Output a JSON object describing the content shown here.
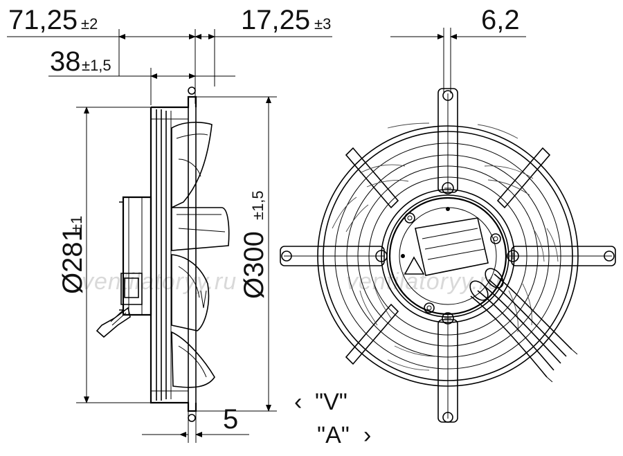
{
  "dimensions": {
    "d1": {
      "value": "71,25",
      "tol": "±2"
    },
    "d2": {
      "value": "17,25",
      "tol": "±3"
    },
    "d3": {
      "value": "38",
      "tol": "±1,5"
    },
    "d4": {
      "value": "6,2"
    },
    "d5": {
      "value": "Ø281",
      "tol": "±1"
    },
    "d6": {
      "value": "Ø300",
      "tol": "±1,5"
    },
    "d7": {
      "value": "5"
    }
  },
  "views": {
    "v": "\"V\"",
    "a": "\"A\"",
    "arrow_left": "‹",
    "arrow_right": "›"
  },
  "watermark": {
    "left": "ventilatoryy.ru",
    "right": "ventilatoryy.ru"
  }
}
